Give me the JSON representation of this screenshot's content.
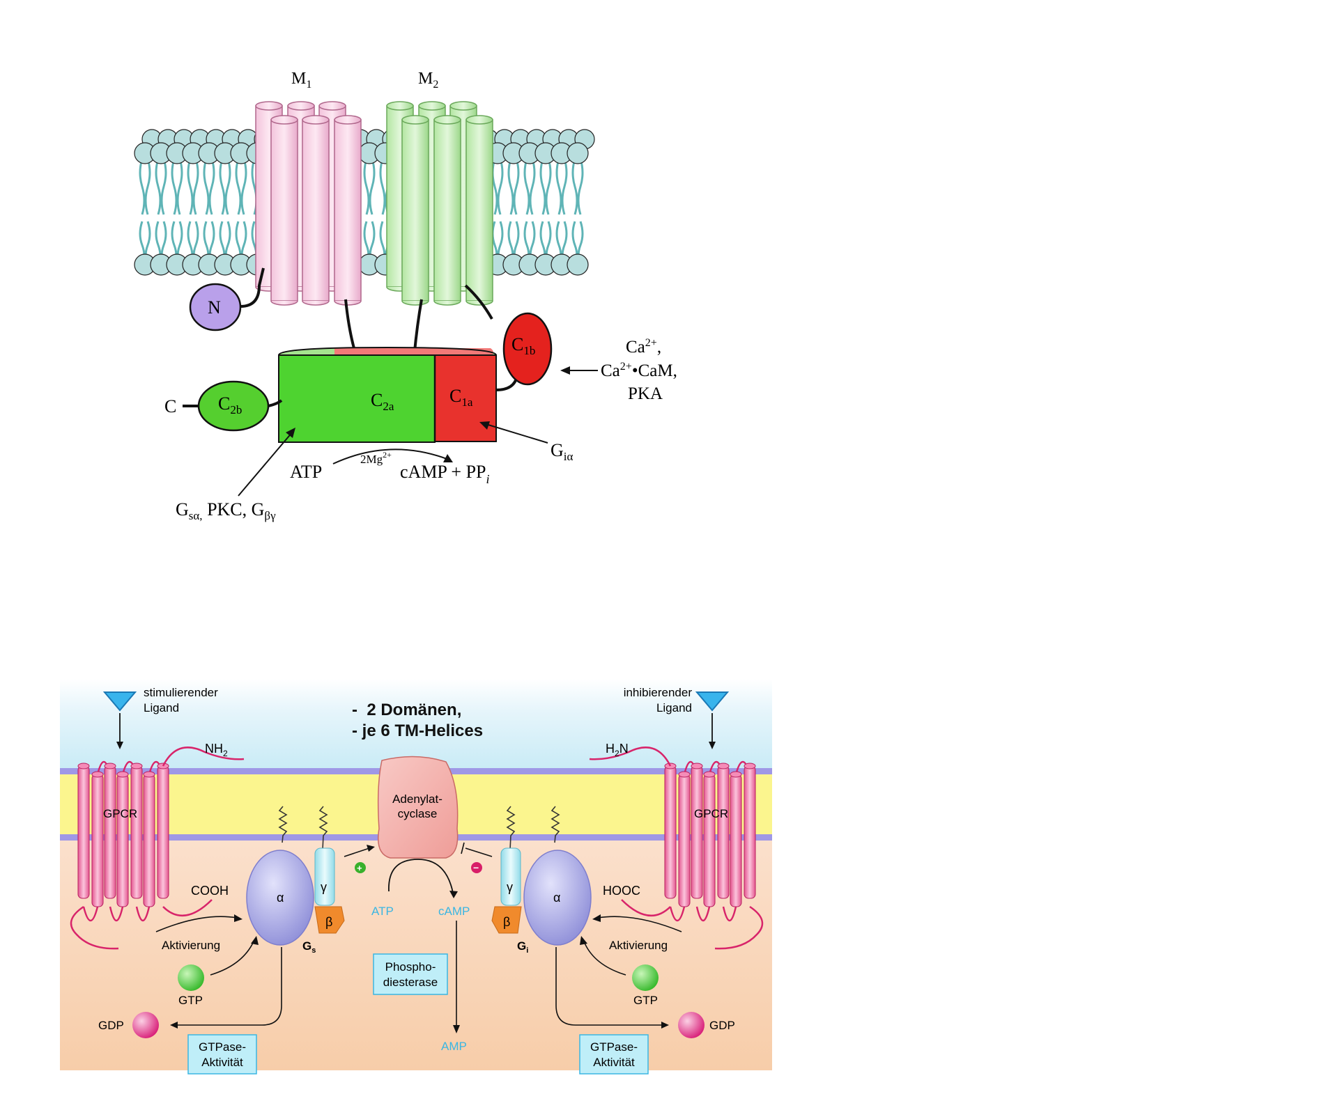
{
  "diagram_top": {
    "labels": {
      "m1": "M",
      "m1_sub": "1",
      "m2": "M",
      "m2_sub": "2",
      "n": "N",
      "c": "C",
      "c2b": "C",
      "c2b_sub": "2b",
      "c2a": "C",
      "c2a_sub": "2a",
      "c1a": "C",
      "c1a_sub": "1a",
      "c1b": "C",
      "c1b_sub": "1b",
      "reg_line1": "Ca",
      "reg_line1_sup": "2+",
      "reg_line1_end": ",",
      "reg_line2": "Ca",
      "reg_line2_sup": "2+",
      "reg_line2_end": "•CaM,",
      "reg_line3": "PKA",
      "gia": "G",
      "gia_sub": "iα",
      "atp": "ATP",
      "mg": "2Mg",
      "mg_sup": "2+",
      "camp": "cAMP + PP",
      "camp_sub": "i",
      "gs_line": "G",
      "gs_sub": "sα,",
      "gs_mid": " PKC, G",
      "gs_sub2": "βγ"
    }
  },
  "diagram_bottom": {
    "ligand_left": [
      "stimulierender",
      "Ligand"
    ],
    "ligand_right": [
      "inhibierender",
      "Ligand"
    ],
    "nh2": "NH",
    "nh2_sub": "2",
    "h2n": "H",
    "h2n_sub": "2",
    "h2n_end": "N",
    "gpcr_left": "GPCR",
    "gpcr_right": "GPCR",
    "cooh": "COOH",
    "hooc": "HOOC",
    "adenylat": [
      "Adenylat-",
      "cyclase"
    ],
    "alpha": "α",
    "gamma": "γ",
    "beta": "β",
    "gs": "G",
    "gs_sub": "s",
    "gi": "G",
    "gi_sub": "i",
    "atp": "ATP",
    "camp": "cAMP",
    "amp": "AMP",
    "aktivierung_left": "Aktivierung",
    "aktivierung_right": "Aktivierung",
    "gtp_left": "GTP",
    "gtp_right": "GTP",
    "gdp_left": "GDP",
    "gdp_right": "GDP",
    "gtpase_left": [
      "GTPase-",
      "Aktivität"
    ],
    "gtpase_right": [
      "GTPase-",
      "Aktivität"
    ],
    "phospho": [
      "Phospho-",
      "diesterase"
    ],
    "plus": "+",
    "minus": "−"
  },
  "overlay_note": "-  2 Domänen,\n- je 6 TM-Helices"
}
